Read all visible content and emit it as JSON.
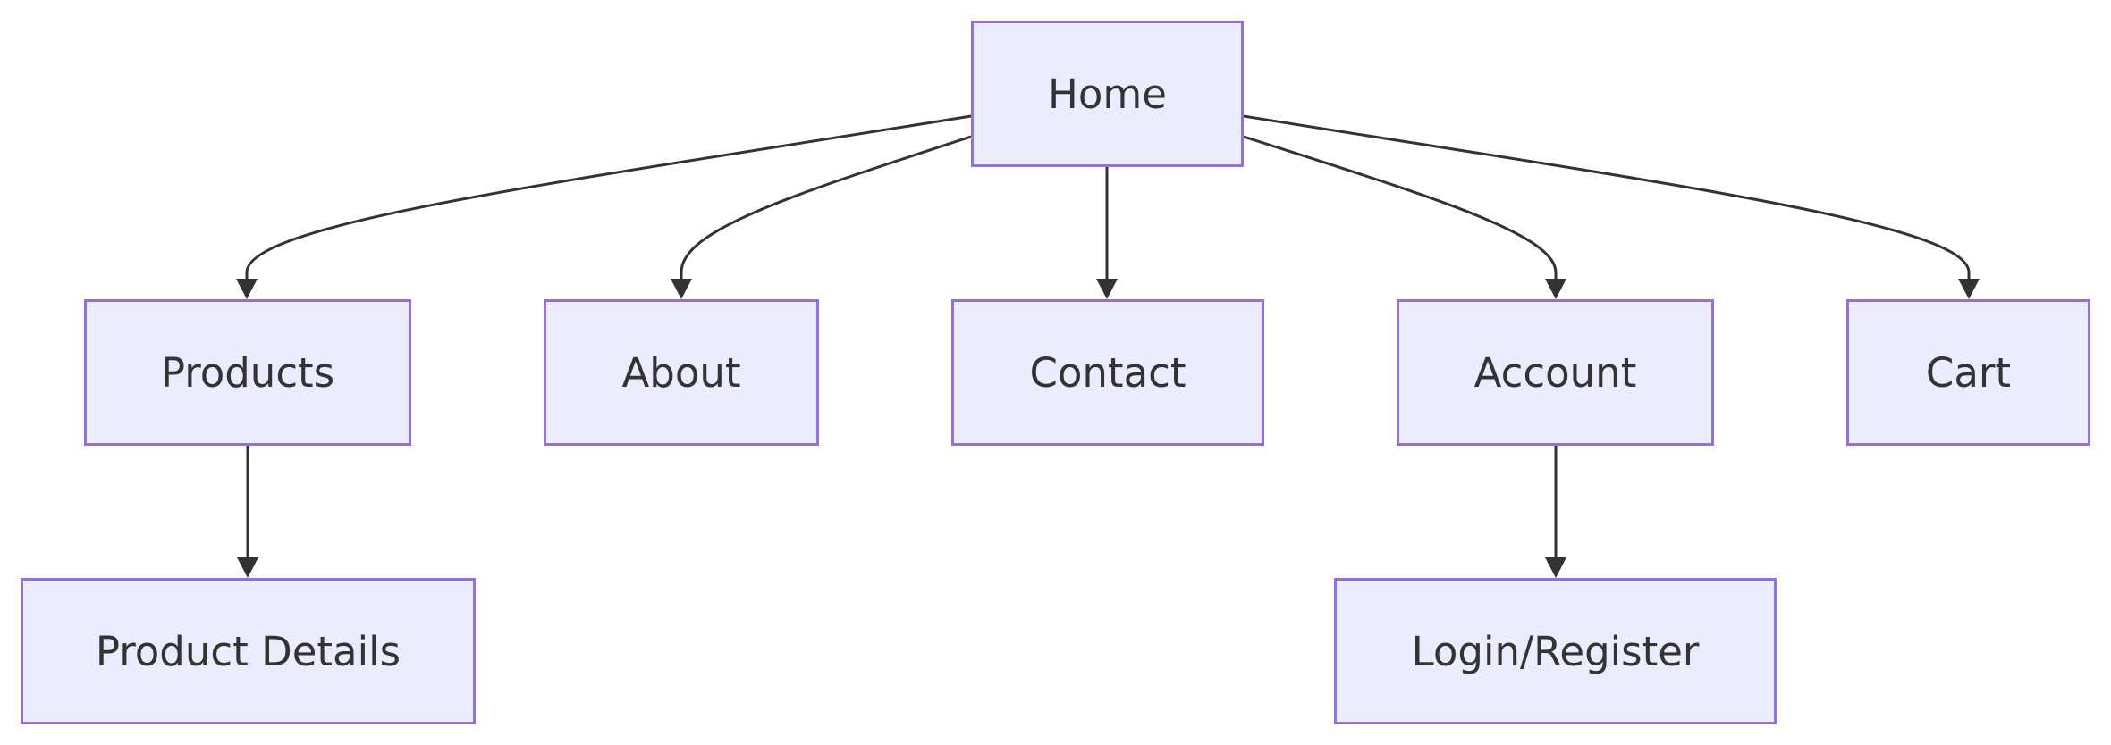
{
  "diagram": {
    "type": "flowchart",
    "direction": "top-down",
    "colors": {
      "node_fill": "#ECECFF",
      "node_border": "#9370DB",
      "text": "#333333",
      "edge": "#333333",
      "background": "#FFFFFF"
    },
    "nodes": {
      "home": "Home",
      "products": "Products",
      "about": "About",
      "contact": "Contact",
      "account": "Account",
      "cart": "Cart",
      "product_details": "Product Details",
      "login_register": "Login/Register"
    },
    "edges": [
      {
        "from": "home",
        "to": "products"
      },
      {
        "from": "home",
        "to": "about"
      },
      {
        "from": "home",
        "to": "contact"
      },
      {
        "from": "home",
        "to": "account"
      },
      {
        "from": "home",
        "to": "cart"
      },
      {
        "from": "products",
        "to": "product_details"
      },
      {
        "from": "account",
        "to": "login_register"
      }
    ]
  }
}
